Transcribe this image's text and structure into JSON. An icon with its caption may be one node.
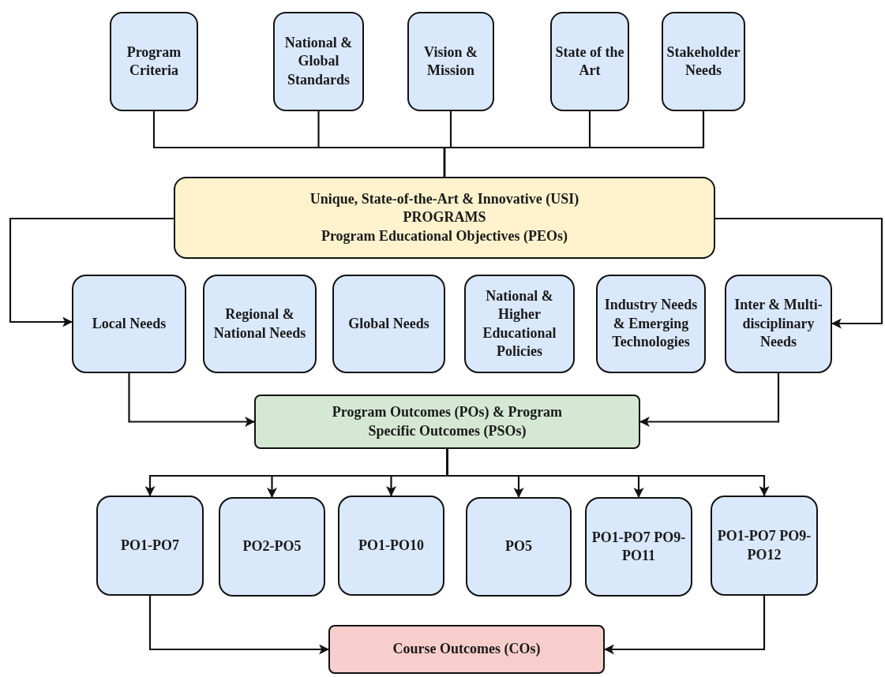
{
  "diagram": {
    "nodes": [
      {
        "text": [
          "Program Criteria"
        ]
      },
      {
        "text": [
          "National & Global Standards"
        ]
      },
      {
        "text": [
          "Vision & Mission"
        ]
      },
      {
        "text": [
          "State of the Art"
        ]
      },
      {
        "text": [
          "Stakeholder Needs"
        ]
      },
      {
        "text": [
          "Unique, State-of-the-Art & Innovative (USI)",
          "PROGRAMS",
          "Program Educational Objectives (PEOs)"
        ]
      },
      {
        "text": [
          "Local Needs"
        ]
      },
      {
        "text": [
          "Regional & National Needs"
        ]
      },
      {
        "text": [
          "Global Needs"
        ]
      },
      {
        "text": [
          "National & Higher Educational Policies"
        ]
      },
      {
        "text": [
          "Industry Needs & Emerging Technologies"
        ]
      },
      {
        "text": [
          "Inter & Multi-disciplinary Needs"
        ]
      },
      {
        "text": [
          "Program Outcomes (POs) & Program Specific Outcomes (PSOs)"
        ]
      },
      {
        "text": [
          "PO1-PO7"
        ]
      },
      {
        "text": [
          "PO2-PO5"
        ]
      },
      {
        "text": [
          "PO1-PO10"
        ]
      },
      {
        "text": [
          "PO5"
        ]
      },
      {
        "text": [
          "PO1-PO7 PO9-PO11"
        ]
      },
      {
        "text": [
          "PO1-PO7 PO9-PO12"
        ]
      },
      {
        "text": [
          "Course Outcomes (COs)"
        ]
      }
    ],
    "edges": [
      {
        "from": 0,
        "to": 5,
        "arrow": "none"
      },
      {
        "from": 1,
        "to": 5,
        "arrow": "none"
      },
      {
        "from": 2,
        "to": 5,
        "arrow": "none"
      },
      {
        "from": 3,
        "to": 5,
        "arrow": "none"
      },
      {
        "from": 4,
        "to": 5,
        "arrow": "none"
      },
      {
        "from": 5,
        "to": 6,
        "arrow": "to"
      },
      {
        "from": 5,
        "to": 11,
        "arrow": "to"
      },
      {
        "from": 6,
        "to": 12,
        "arrow": "to"
      },
      {
        "from": 11,
        "to": 12,
        "arrow": "to"
      },
      {
        "from": 12,
        "to": 13,
        "arrow": "to"
      },
      {
        "from": 12,
        "to": 14,
        "arrow": "to"
      },
      {
        "from": 12,
        "to": 15,
        "arrow": "to"
      },
      {
        "from": 12,
        "to": 16,
        "arrow": "to"
      },
      {
        "from": 12,
        "to": 17,
        "arrow": "to"
      },
      {
        "from": 12,
        "to": 18,
        "arrow": "to"
      },
      {
        "from": 13,
        "to": 19,
        "arrow": "to"
      },
      {
        "from": 18,
        "to": 19,
        "arrow": "to"
      }
    ]
  }
}
